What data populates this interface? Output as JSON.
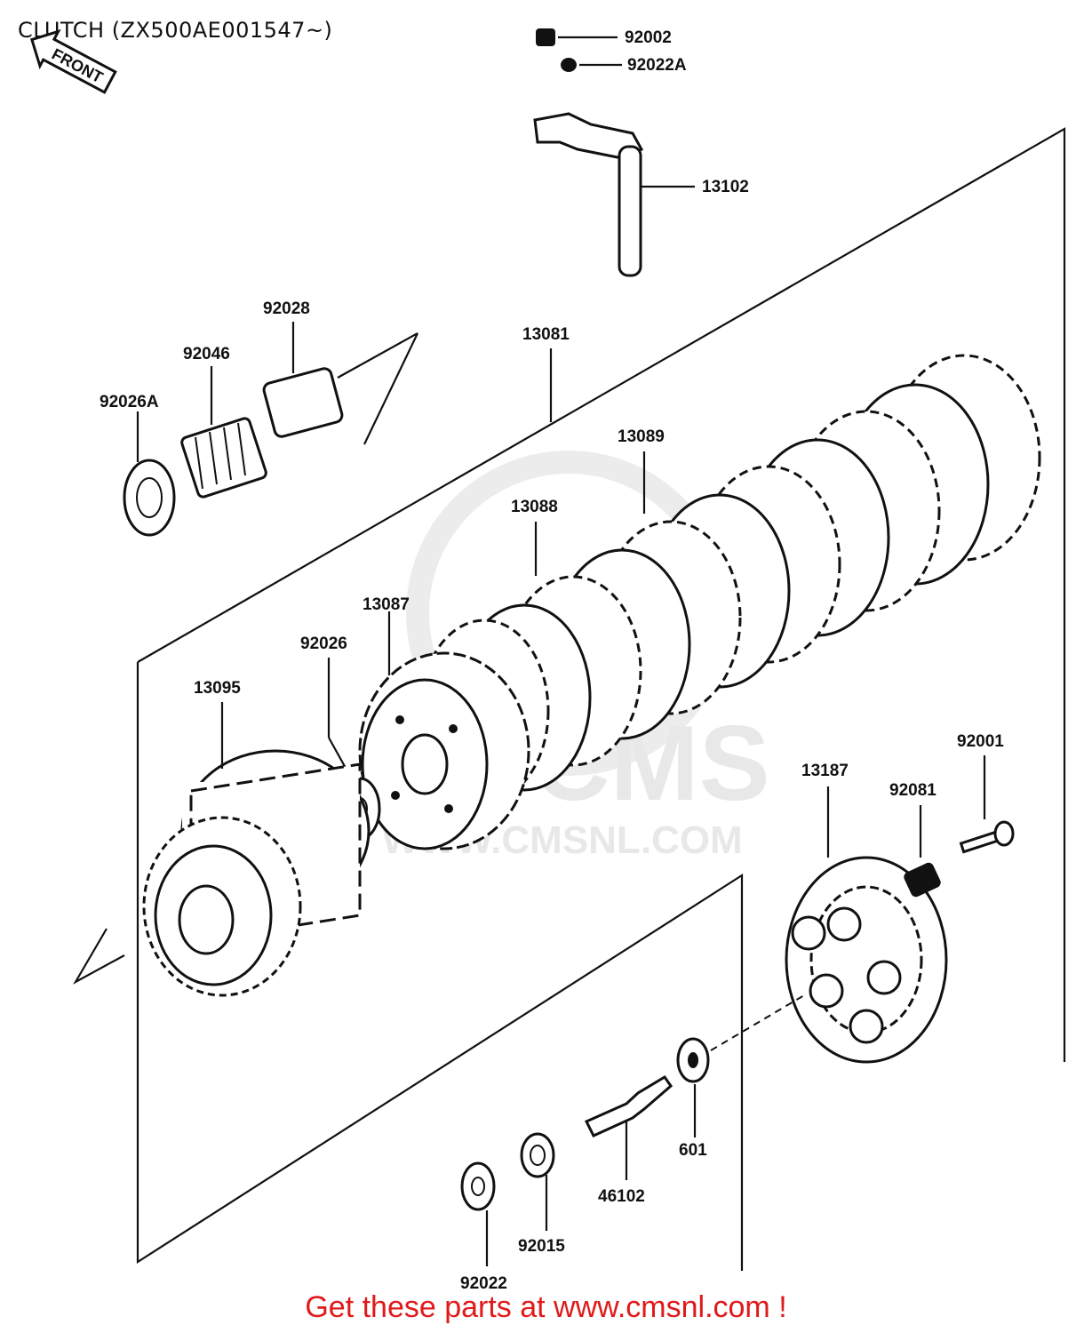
{
  "title": "CLUTCH (ZX500AE001547~)",
  "footer": "Get these parts at www.cmsnl.com !",
  "front_label": "FRONT",
  "watermark": "WWW.CMSNL.COM",
  "watermark_logo": "CMS",
  "parts": [
    {
      "id": "p92002",
      "label": "92002"
    },
    {
      "id": "p92022A",
      "label": "92022A"
    },
    {
      "id": "p13102",
      "label": "13102"
    },
    {
      "id": "p92028",
      "label": "92028"
    },
    {
      "id": "p92046",
      "label": "92046"
    },
    {
      "id": "p92026A",
      "label": "92026A"
    },
    {
      "id": "p13081",
      "label": "13081"
    },
    {
      "id": "p13089",
      "label": "13089"
    },
    {
      "id": "p13088",
      "label": "13088"
    },
    {
      "id": "p13087",
      "label": "13087"
    },
    {
      "id": "p92026",
      "label": "92026"
    },
    {
      "id": "p13095",
      "label": "13095"
    },
    {
      "id": "p92001",
      "label": "92001"
    },
    {
      "id": "p13187",
      "label": "13187"
    },
    {
      "id": "p92081",
      "label": "92081"
    },
    {
      "id": "p601",
      "label": "601"
    },
    {
      "id": "p46102",
      "label": "46102"
    },
    {
      "id": "p92015",
      "label": "92015"
    },
    {
      "id": "p92022",
      "label": "92022"
    }
  ]
}
